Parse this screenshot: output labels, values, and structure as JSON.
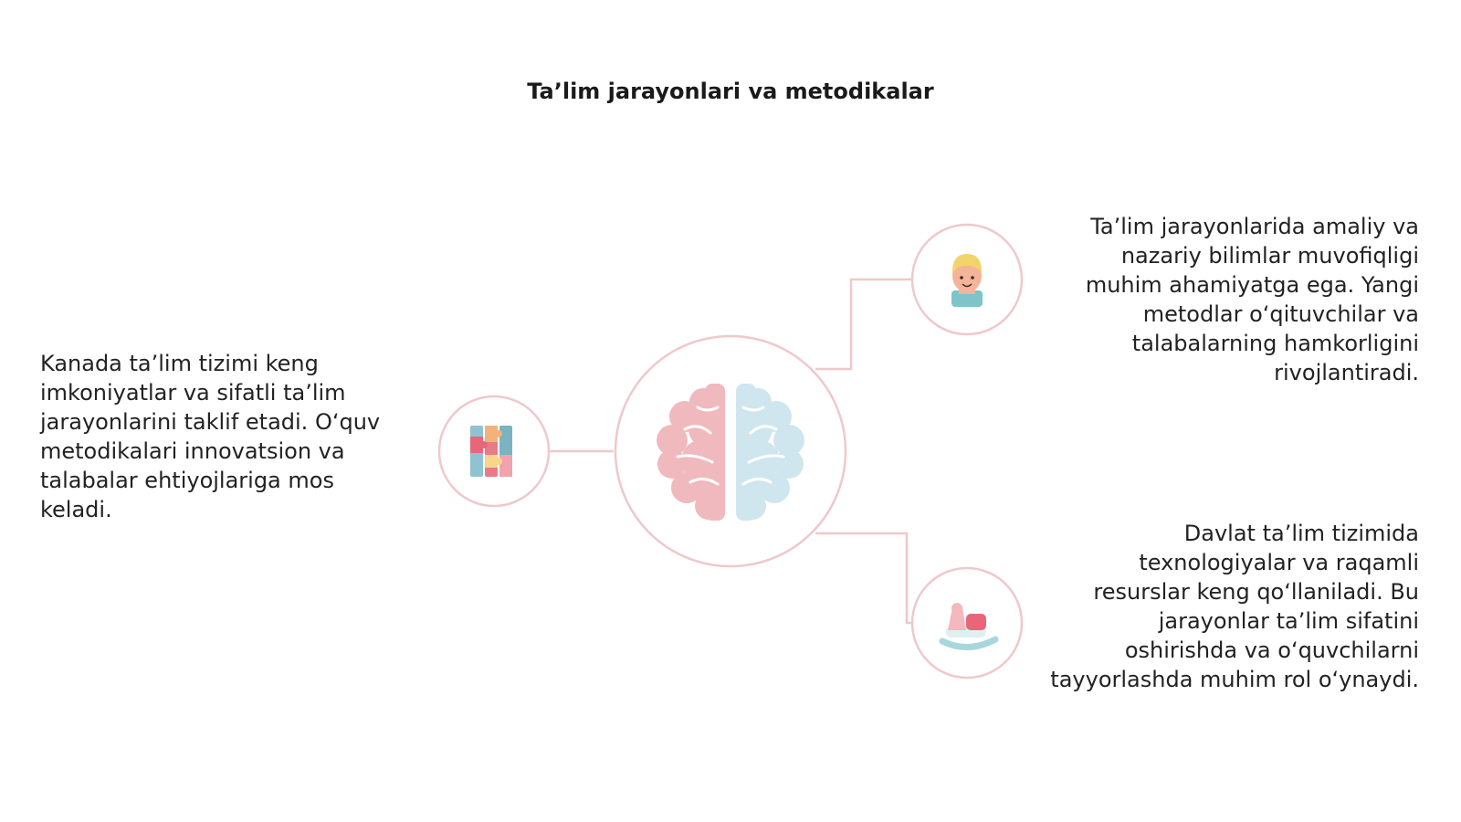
{
  "title": "Ta’lim jarayonlari va metodikalar",
  "colors": {
    "ring": "#efc8cb",
    "connector": "#efc8cb",
    "brain_left": "#f0b9bd",
    "brain_right": "#cfe6ee"
  },
  "icons": {
    "center": "brain-icon",
    "left": "puzzle-icon",
    "top_right": "child-face-icon",
    "bottom_right": "rocking-horse-icon"
  },
  "nodes": {
    "left": {
      "text": "Kanada ta’lim tizimi keng imkoniyatlar va sifatli ta’lim jarayonlarini taklif etadi. O‘quv metodikalari innovatsion va talabalar ehtiyojlariga mos keladi."
    },
    "top_right": {
      "text": "Ta’lim jarayonlarida amaliy va nazariy bilimlar muvofiqligi muhim ahamiyatga ega. Yangi metodlar o‘qituvchilar va talabalarning hamkorligini rivojlantiradi."
    },
    "bottom_right": {
      "text": "Davlat ta’lim tizimida texnologiyalar va raqamli resurslar keng qo‘llaniladi. Bu jarayonlar ta’lim sifatini oshirishda va o‘quvchilarni tayyorlashda muhim rol o‘ynaydi."
    }
  }
}
